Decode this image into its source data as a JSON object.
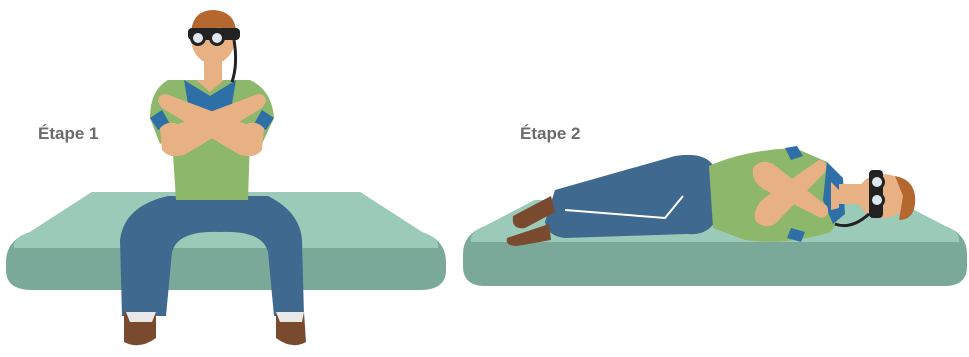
{
  "steps": [
    {
      "label": "Étape 1",
      "pose": "seated-arms-crossed-with-video-goggles"
    },
    {
      "label": "Étape 2",
      "pose": "lying-on-back-arms-crossed-with-video-goggles"
    }
  ],
  "colors": {
    "mat_top": "#9ccab8",
    "mat_side": "#7aa99a",
    "shirt": "#8db76a",
    "collar": "#2d6fa6",
    "pants": "#40698f",
    "skin": "#e8b184",
    "hair": "#b4672f",
    "goggles": "#222222",
    "shoes": "#7a4a2e",
    "label": "#6b6b6b"
  }
}
